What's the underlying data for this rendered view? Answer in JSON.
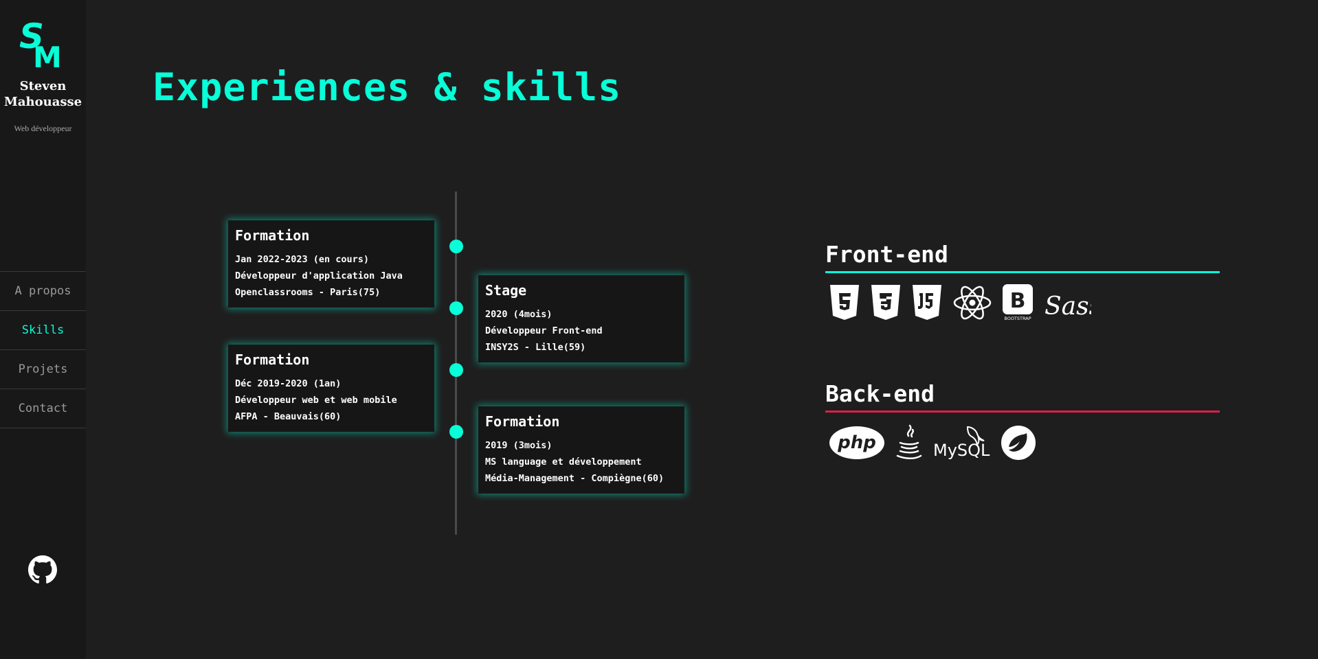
{
  "sidebar": {
    "logo_letters": "SM",
    "name_line1": "Steven",
    "name_line2": "Mahouasse",
    "role": "Web développeur",
    "nav": [
      {
        "label": "A propos",
        "active": false
      },
      {
        "label": "Skills",
        "active": true
      },
      {
        "label": "Projets",
        "active": false
      },
      {
        "label": "Contact",
        "active": false
      }
    ],
    "github_icon": "github-icon"
  },
  "main": {
    "title": "Experiences & skills"
  },
  "timeline": [
    {
      "title": "Formation",
      "date": "Jan 2022-2023 (en cours)",
      "role": "Développeur d'application Java",
      "place": "Openclassrooms - Paris(75)"
    },
    {
      "title": "Stage",
      "date": "2020 (4mois)",
      "role": "Développeur Front-end",
      "place": "INSY2S - Lille(59)"
    },
    {
      "title": "Formation",
      "date": "Déc 2019-2020 (1an)",
      "role": "Développeur web et web mobile",
      "place": "AFPA - Beauvais(60)"
    },
    {
      "title": "Formation",
      "date": "2019 (3mois)",
      "role": "MS language et développement",
      "place": "Média-Management - Compiègne(60)"
    }
  ],
  "skills": {
    "frontend": {
      "title": "Front-end",
      "accent": "#08fdd8",
      "icons": [
        "html5-icon",
        "css3-icon",
        "javascript-icon",
        "react-icon",
        "bootstrap-icon",
        "sass-icon"
      ],
      "bootstrap_caption": "BOOTSTRAP",
      "sass_caption": "Sass"
    },
    "backend": {
      "title": "Back-end",
      "accent": "#e31b4c",
      "icons": [
        "php-icon",
        "java-icon",
        "mysql-icon",
        "spring-icon"
      ],
      "php_caption": "php",
      "mysql_caption": "MySQL"
    }
  },
  "colors": {
    "background": "#1e1e1e",
    "sidebar": "#181818",
    "accent": "#08fdd8",
    "backend_accent": "#e31b4c"
  }
}
